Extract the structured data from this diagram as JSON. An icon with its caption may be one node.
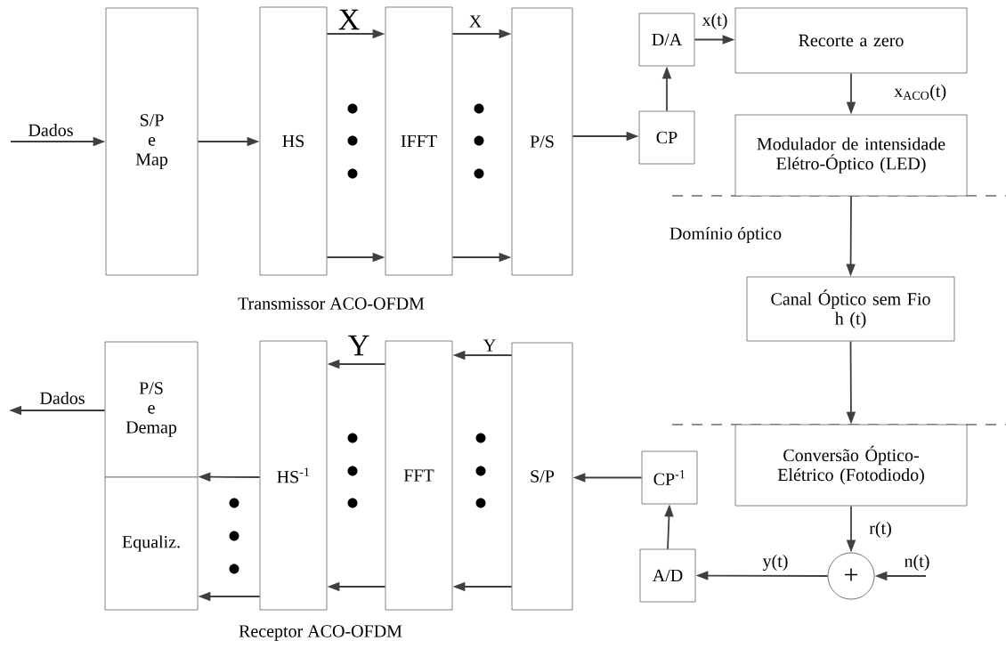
{
  "diagram": {
    "nodes": [
      {
        "text": [
          "S/P e Map"
        ]
      },
      {
        "text": [
          "HS"
        ]
      },
      {
        "text": [
          "IFFT"
        ]
      },
      {
        "text": [
          "P/S"
        ]
      },
      {
        "text": [
          "D/A"
        ]
      },
      {
        "text": [
          "CP"
        ]
      },
      {
        "text": [
          "Recorte a zero"
        ]
      },
      {
        "text": [
          "Modulador de intensidade Elétro-Óptico (LED)"
        ]
      },
      {
        "text": [
          "Canal Óptico sem Fio",
          "h (t)"
        ]
      },
      {
        "text": [
          "Conversão Óptico-Elétrico (Fotodiodo)"
        ]
      },
      {
        "text": [
          "+"
        ]
      },
      {
        "text": [
          "A/D"
        ]
      },
      {
        "text": [
          "CP$^{-1}$"
        ]
      },
      {
        "text": [
          "S/P"
        ]
      },
      {
        "text": [
          "FFT"
        ]
      },
      {
        "text": [
          "HS$^{-1}$"
        ]
      },
      {
        "text": [
          "P/S e Demap"
        ]
      },
      {
        "text": [
          "Equaliz."
        ]
      }
    ],
    "edges": [
      {
        "from": null,
        "to": 0,
        "arrow": "to",
        "label": "Dados"
      },
      {
        "from": 0,
        "to": 1,
        "arrow": "to"
      },
      {
        "from": 1,
        "to": 2,
        "arrow": "to",
        "label": "X"
      },
      {
        "from": 1,
        "to": 2,
        "arrow": "to"
      },
      {
        "from": 2,
        "to": 3,
        "arrow": "to",
        "label": "X"
      },
      {
        "from": 2,
        "to": 3,
        "arrow": "to"
      },
      {
        "from": 3,
        "to": 5,
        "arrow": "to"
      },
      {
        "from": 5,
        "to": 4,
        "arrow": "to"
      },
      {
        "from": 4,
        "to": 6,
        "arrow": "to",
        "label": "x(t)"
      },
      {
        "from": 6,
        "to": 7,
        "arrow": "to",
        "label": "x$_{ACO}$(t)"
      },
      {
        "from": 7,
        "to": 8,
        "arrow": "to"
      },
      {
        "from": 8,
        "to": 9,
        "arrow": "to"
      },
      {
        "from": 9,
        "to": 10,
        "arrow": "to",
        "label": "r(t)"
      },
      {
        "from": null,
        "to": 10,
        "arrow": "to",
        "label": "n(t)"
      },
      {
        "from": 10,
        "to": 11,
        "arrow": "to",
        "label": "y(t)"
      },
      {
        "from": 11,
        "to": 12,
        "arrow": "to"
      },
      {
        "from": 12,
        "to": 13,
        "arrow": "to"
      },
      {
        "from": 13,
        "to": 14,
        "arrow": "to",
        "label": "Y"
      },
      {
        "from": 13,
        "to": 14,
        "arrow": "to"
      },
      {
        "from": 14,
        "to": 15,
        "arrow": "to",
        "label": "Y"
      },
      {
        "from": 14,
        "to": 15,
        "arrow": "to"
      },
      {
        "from": 15,
        "to": 17,
        "arrow": "to"
      },
      {
        "from": 15,
        "to": 17,
        "arrow": "to"
      },
      {
        "from": 16,
        "to": null,
        "arrow": "to",
        "label": "Dados"
      }
    ],
    "labels": [
      "Transmissor ACO-OFDM",
      "Domínio óptico",
      "Receptor ACO-OFDM"
    ]
  }
}
